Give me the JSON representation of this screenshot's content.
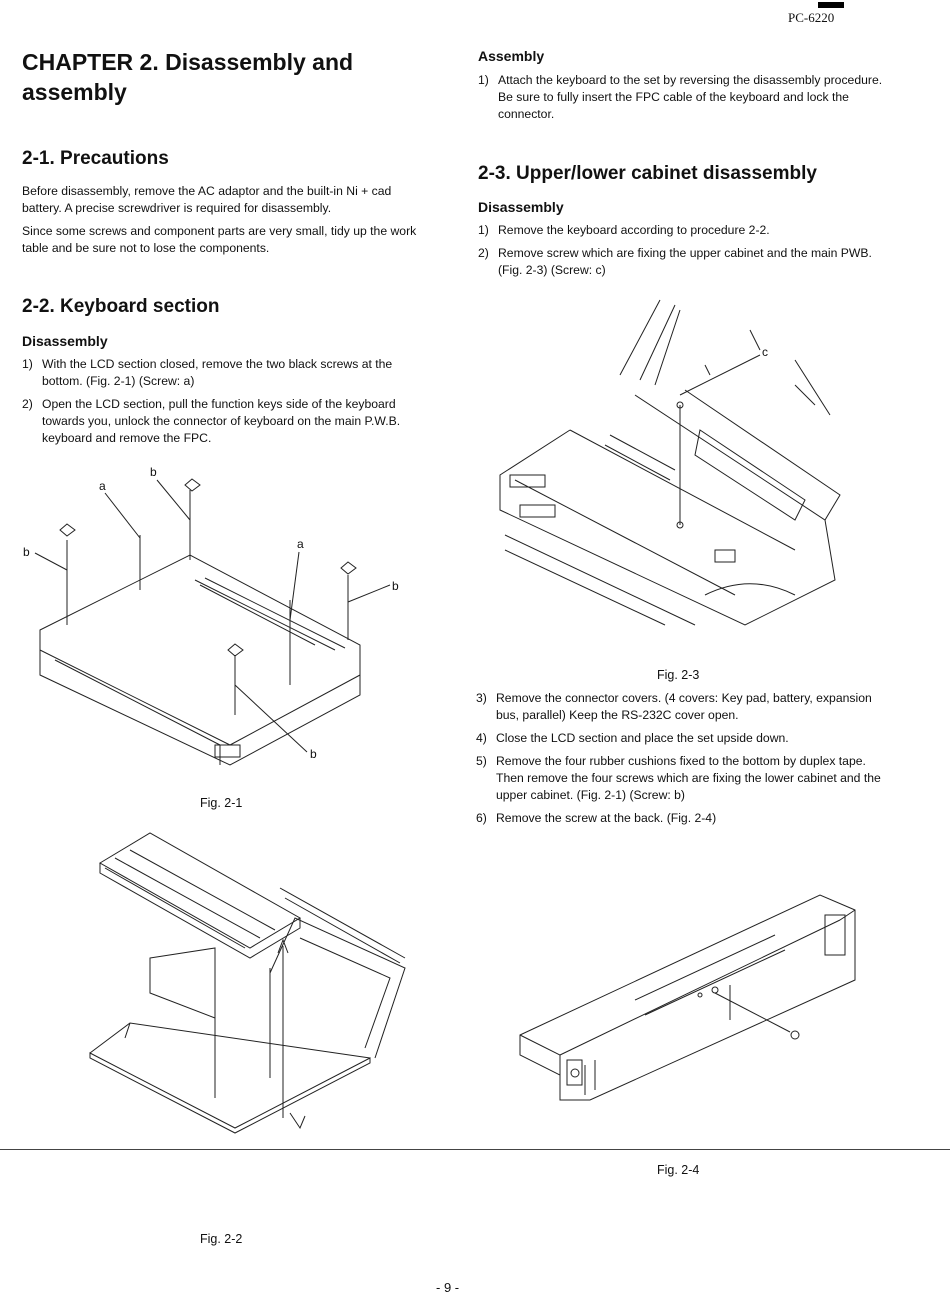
{
  "header": {
    "model": "PC-6220"
  },
  "chapter_title": "CHAPTER 2. Disassembly and assembly",
  "sec21": {
    "title": "2-1. Precautions",
    "p1": "Before disassembly, remove the AC adaptor and the built-in Ni + cad battery. A precise screwdriver is required for disassembly.",
    "p2": "Since some screws and component parts are very small, tidy up the work table and be sure not to lose the components."
  },
  "sec22": {
    "title": "2-2. Keyboard section",
    "sub": "Disassembly",
    "steps": [
      {
        "num": "1)",
        "text": "With the LCD section closed, remove the two black screws at the bottom. (Fig. 2-1) (Screw: a)"
      },
      {
        "num": "2)",
        "text": "Open the LCD section, pull the function keys side of the keyboard towards you, unlock the connector of keyboard on the main P.W.B. keyboard and remove the FPC."
      }
    ]
  },
  "assembly": {
    "sub": "Assembly",
    "steps": [
      {
        "num": "1)",
        "text": "Attach the keyboard to the set by reversing the disassembly procedure. Be sure to fully insert the FPC cable of the keyboard and lock the connector."
      }
    ]
  },
  "sec23": {
    "title": "2-3. Upper/lower cabinet disassembly",
    "sub": "Disassembly",
    "steps_a": [
      {
        "num": "1)",
        "text": "Remove the keyboard according to procedure 2-2."
      },
      {
        "num": "2)",
        "text": "Remove screw which are fixing the upper cabinet and the main PWB. (Fig. 2-3) (Screw: c)"
      }
    ],
    "steps_b": [
      {
        "num": "3)",
        "text": "Remove the connector covers. (4 covers: Key pad, battery, expansion bus, parallel) Keep the RS-232C cover open."
      },
      {
        "num": "4)",
        "text": "Close the LCD section and place the set upside down."
      },
      {
        "num": "5)",
        "text": "Remove the four rubber cushions fixed to the bottom by duplex tape. Then remove the four screws which are fixing the lower cabinet and the upper cabinet. (Fig. 2-1) (Screw: b)"
      },
      {
        "num": "6)",
        "text": "Remove the screw at the back. (Fig. 2-4)"
      }
    ]
  },
  "figures": {
    "fig21": {
      "caption": "Fig. 2-1",
      "labels": {
        "a1": "a",
        "a2": "a",
        "b1": "b",
        "b2": "b",
        "b3": "b",
        "b4": "b"
      }
    },
    "fig22": {
      "caption": "Fig. 2-2"
    },
    "fig23": {
      "caption": "Fig. 2-3",
      "labels": {
        "c": "c"
      }
    },
    "fig24": {
      "caption": "Fig. 2-4"
    }
  },
  "footer": {
    "page": "- 9 -"
  }
}
